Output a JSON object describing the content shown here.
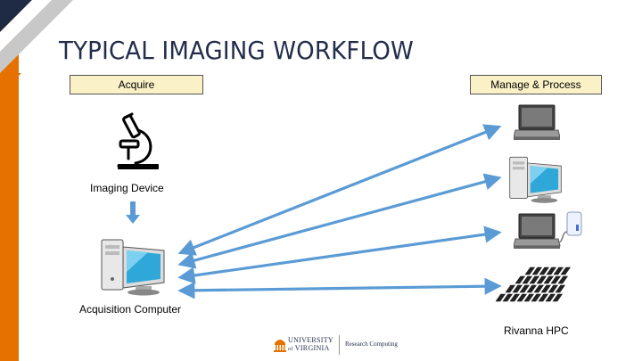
{
  "slide": {
    "title": "TYPICAL IMAGING WORKFLOW",
    "stages": {
      "acquire": "Acquire",
      "manage": "Manage & Process"
    },
    "nodes": {
      "imaging_device": "Imaging Device",
      "acquisition_computer": "Acquisition Computer",
      "rivanna_hpc": "Rivanna HPC"
    },
    "icons": {
      "microscope": "microscope-icon",
      "desktop": "desktop-computer-icon",
      "laptop": "laptop-icon",
      "external_drive": "external-drive-icon",
      "hpc_cluster": "hpc-cluster-icon"
    },
    "footer": {
      "logo_line1": "UNIVERSITY",
      "logo_line2": "VIRGINIA",
      "logo_of": "of",
      "department": "Research Computing"
    },
    "colors": {
      "accent_orange": "#e57200",
      "title_navy": "#232d4b",
      "arrow_blue": "#5b9bd5",
      "stage_box_fill": "#fbf1c7"
    }
  }
}
